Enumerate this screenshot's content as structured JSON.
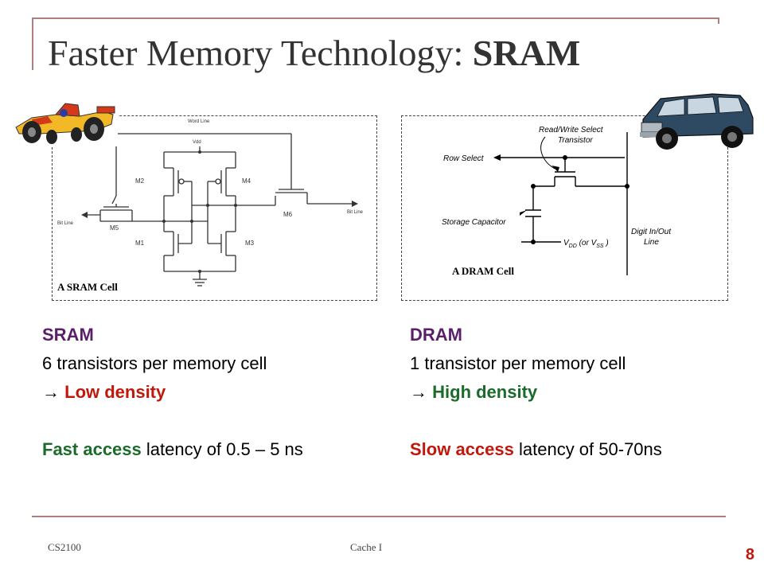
{
  "slide": {
    "title_main": "Faster Memory Technology: ",
    "title_bold": "SRAM",
    "page_number": "8",
    "footer_left": "CS2100",
    "footer_center": "Cache I"
  },
  "sram_panel": {
    "caption": "A SRAM Cell",
    "labels": {
      "word_line": "Word Line",
      "vdd": "Vdd",
      "bit_line_left": "Bit Line",
      "bit_line_right": "Bit Line",
      "m1": "M1",
      "m2": "M2",
      "m3": "M3",
      "m4": "M4",
      "m5": "M5",
      "m6": "M6"
    }
  },
  "dram_panel": {
    "caption": "A DRAM Cell",
    "labels": {
      "rw_select_1": "Read/Write Select",
      "rw_select_2": "Transistor",
      "row_select": "Row Select",
      "storage_cap": "Storage Capacitor",
      "vdd_vss": "V",
      "digit_1": "Digit In/Out",
      "digit_2": "Line"
    }
  },
  "sram_column": {
    "heading": "SRAM",
    "line1": "6 transistors per memory cell",
    "arrow": "→",
    "density": "Low density",
    "access_em": "Fast access",
    "access_rest": " latency of 0.5 – 5 ns"
  },
  "dram_column": {
    "heading": "DRAM",
    "line1": "1 transistor per memory cell",
    "arrow": "→",
    "density": "High density",
    "access_em": "Slow access",
    "access_rest": " latency of 50-70ns"
  },
  "colors": {
    "heading": "#5b1f6a",
    "low_density": "#c0180c",
    "high_density": "#1b6b2a",
    "frame": "#b08080"
  },
  "icons": [
    "race-car-icon",
    "suv-icon"
  ]
}
